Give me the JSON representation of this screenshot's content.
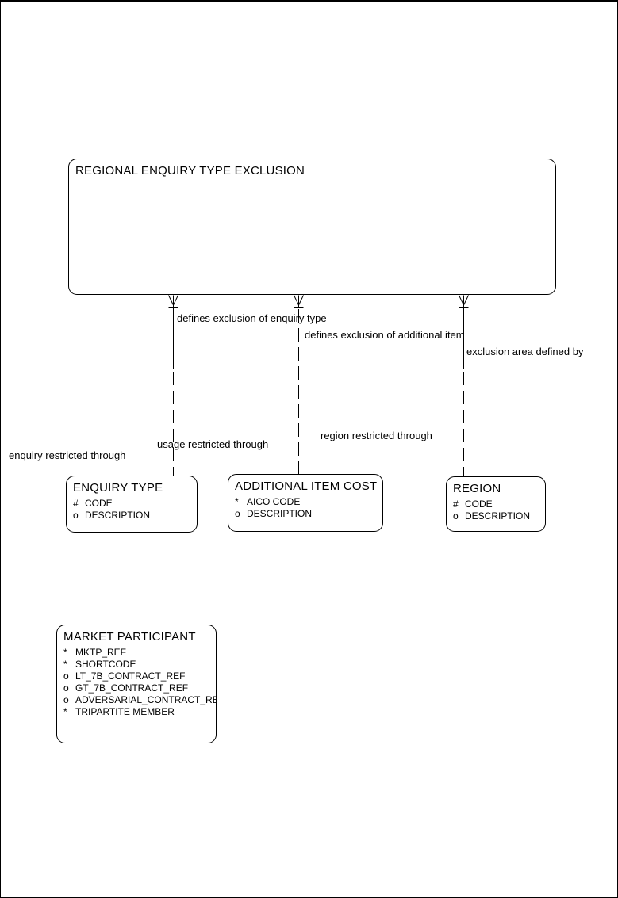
{
  "diagram": {
    "kind": "entity-relationship-diagram",
    "background_color": "#ffffff",
    "line_color": "#000000",
    "text_color": "#000000",
    "notation": {
      "many_end_marker": "crow-foot",
      "mandatory_segment": "solid",
      "optional_segment": "dashed"
    },
    "entities": [
      {
        "title": "REGIONAL ENQUIRY TYPE EXCLUSION",
        "attributes": []
      },
      {
        "title": "ENQUIRY TYPE",
        "attributes": [
          {
            "prefix": "#",
            "name": "CODE"
          },
          {
            "prefix": "o",
            "name": "DESCRIPTION"
          }
        ]
      },
      {
        "title": "ADDITIONAL ITEM COST",
        "attributes": [
          {
            "prefix": "*",
            "name": "AICO CODE"
          },
          {
            "prefix": "o",
            "name": "DESCRIPTION"
          }
        ]
      },
      {
        "title": "REGION",
        "attributes": [
          {
            "prefix": "#",
            "name": "CODE"
          },
          {
            "prefix": "o",
            "name": "DESCRIPTION"
          }
        ]
      },
      {
        "title": "MARKET PARTICIPANT",
        "attributes": [
          {
            "prefix": "*",
            "name": "MKTP_REF"
          },
          {
            "prefix": "*",
            "name": "SHORTCODE"
          },
          {
            "prefix": "o",
            "name": "LT_7B_CONTRACT_REF"
          },
          {
            "prefix": "o",
            "name": "GT_7B_CONTRACT_REF"
          },
          {
            "prefix": "o",
            "name": "ADVERSARIAL_CONTRACT_REF"
          },
          {
            "prefix": "*",
            "name": "TRIPARTITE MEMBER"
          }
        ]
      }
    ],
    "relationships": [
      {
        "many_end": "REGIONAL ENQUIRY TYPE EXCLUSION",
        "one_end": "ENQUIRY TYPE",
        "forward_label": "defines exclusion of enquiry type",
        "reverse_label": "enquiry restricted through"
      },
      {
        "many_end": "REGIONAL ENQUIRY TYPE EXCLUSION",
        "one_end": "ADDITIONAL ITEM COST",
        "forward_label": "defines exclusion of additional item",
        "reverse_label": "usage restricted through"
      },
      {
        "many_end": "REGIONAL ENQUIRY TYPE EXCLUSION",
        "one_end": "REGION",
        "forward_label": "exclusion area defined by",
        "reverse_label": "region restricted through"
      }
    ]
  }
}
